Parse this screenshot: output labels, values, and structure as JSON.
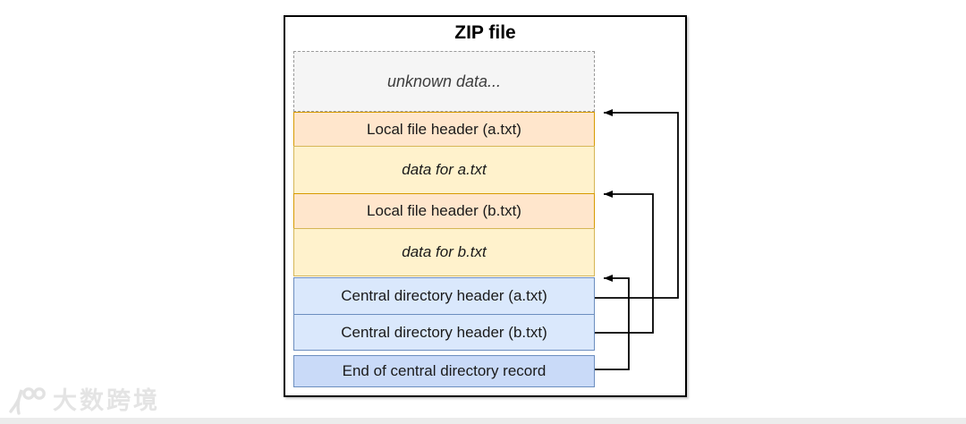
{
  "colors": {
    "line": "#000000",
    "outer-border": "#000000",
    "text": "#1a1a1a",
    "unknown-fill": "#f5f5f5",
    "unknown-border": "#999999",
    "orange-fill": "#ffe6cc",
    "orange-border": "#d79b00",
    "yellow-fill": "#fff2cc",
    "yellow-border": "#d6b656",
    "blue-fill": "#dae8fc",
    "blue-border": "#6c8ebf",
    "bluedark-fill": "#c9daf8",
    "watermark": "#e4e4e4"
  },
  "diagram": {
    "title": "ZIP file",
    "boxes": [
      {
        "id": "unknown-data",
        "label": "unknown data...",
        "style": "unknown"
      },
      {
        "id": "local-file-header-a",
        "label": "Local file header (a.txt)",
        "style": "orange"
      },
      {
        "id": "data-a",
        "label": "data for a.txt",
        "style": "yellow"
      },
      {
        "id": "local-file-header-b",
        "label": "Local file header (b.txt)",
        "style": "orange"
      },
      {
        "id": "data-b",
        "label": "data for b.txt",
        "style": "yellow"
      },
      {
        "id": "central-directory-header-a",
        "label": "Central directory header (a.txt)",
        "style": "blue"
      },
      {
        "id": "central-directory-header-b",
        "label": "Central directory header (b.txt)",
        "style": "blue"
      },
      {
        "id": "end-of-central-directory",
        "label": "End of central directory record",
        "style": "bluedark"
      }
    ],
    "arrows": [
      {
        "from": "central-directory-header-a",
        "to": "local-file-header-a"
      },
      {
        "from": "central-directory-header-b",
        "to": "local-file-header-b"
      },
      {
        "from": "end-of-central-directory",
        "to": "central-directory-header-a"
      }
    ]
  },
  "watermark": {
    "logo": "100-logo",
    "text": "大数跨境"
  }
}
